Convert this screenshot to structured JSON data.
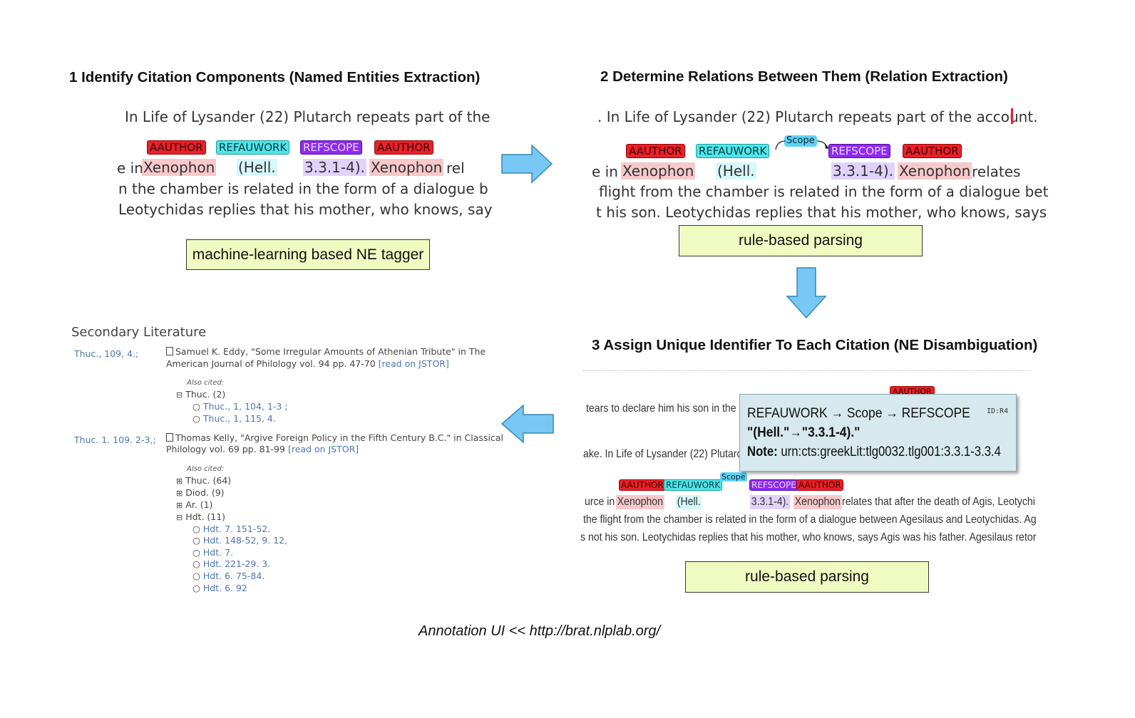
{
  "step1": {
    "title": "1 Identify Citation Components (Named Entities Extraction)",
    "lines": [
      "In Life of Lysander (22) Plutarch repeats part of the",
      "e in",
      "n the chamber is related in the form of a dialogue b",
      "Leotychidas replies that his mother, who knows, say"
    ],
    "tags": [
      "AAUTHOR",
      "REFAUWORK",
      "REFSCOPE",
      "AAUTHOR"
    ],
    "entities": [
      "Xenophon",
      "(Hell.",
      "3.3.1-4).",
      "Xenophon"
    ],
    "tail": "rel",
    "box_label": "machine-learning based NE tagger"
  },
  "step2": {
    "title": "2 Determine Relations Between Them (Relation Extraction)",
    "lines": [
      ". In Life of Lysander (22) Plutarch repeats part of the account.",
      "e in",
      "flight from the chamber is related in the form of a dialogue bet",
      "t his son. Leotychidas replies that his mother, who knows, says"
    ],
    "tags": [
      "AAUTHOR",
      "REFAUWORK",
      "REFSCOPE",
      "AAUTHOR"
    ],
    "relation": "Scope",
    "entities": [
      "Xenophon",
      "(Hell.",
      "3.3.1-4).",
      "Xenophon"
    ],
    "tail": "relates",
    "box_label": "rule-based parsing"
  },
  "step3": {
    "title": "3 Assign Unique Identifier To Each Citation (NE Disambiguation)",
    "lines": [
      "tears to declare him his son in the p",
      "ake. In Life of Lysander (22) Plutarc",
      "urce in",
      "the flight from the chamber is related in the form of a dialogue between Agesilaus and Leotychidas. Ag",
      "s not his son. Leotychidas replies that his mother, who knows, says Agis was his father. Agesilaus retor"
    ],
    "top_tag": "AAUTHOR",
    "tags": [
      "AAUTHOR",
      "REFAUWORK",
      "REFSCOPE",
      "AAUTHOR"
    ],
    "relation": "Scope",
    "entities": [
      "Xenophon",
      "(Hell.",
      "3.3.1-4).",
      "Xenophon"
    ],
    "tail": "relates that after the death of Agis, Leotychi",
    "tooltip": {
      "line1": "REFAUWORK → Scope → REFSCOPE",
      "id": "ID:R4",
      "line2": "\"(Hell.\"→\"3.3.1-4).\"",
      "note_label": "Note:",
      "note_value": "urn:cts:greekLit:tlg0032.tlg001:3.3.1-3.3.4"
    },
    "box_label": "rule-based parsing"
  },
  "secondary": {
    "heading": "Secondary Literature",
    "entries": [
      {
        "ref": "Thuc., 109, 4.;",
        "text1": "Samuel K. Eddy, \"Some Irregular Amounts of Athenian Tribute\" in The",
        "text2": "American Journal of Philology vol. 94 pp. 47-70",
        "jstor": "[read on JSTOR]",
        "also": "Also cited:",
        "groups": [
          {
            "label": "Thuc. (2)",
            "sign": "⊟",
            "items": [
              "Thuc., 1, 104, 1-3 ;",
              "Thuc., 1, 115, 4."
            ]
          }
        ]
      },
      {
        "ref": "Thuc. 1. 109. 2-3,;",
        "text1": "Thomas Kelly, \"Argive Foreign Policy in the Fifth Century B.C.\" in Classical",
        "text2": "Philology vol. 69 pp. 81-99",
        "jstor": "[read on JSTOR]",
        "also": "Also cited:",
        "groups": [
          {
            "label": "Thuc. (64)",
            "sign": "⊞",
            "items": []
          },
          {
            "label": "Diod. (9)",
            "sign": "⊞",
            "items": []
          },
          {
            "label": "Ar. (1)",
            "sign": "⊞",
            "items": []
          },
          {
            "label": "Hdt. (11)",
            "sign": "⊟",
            "items": [
              "Hdt. 7. 151-52.",
              "Hdt. 148-52, 9. 12,",
              "Hdt. 7.",
              "Hdt. 221-29. 3.",
              "Hdt. 6. 75-84.",
              "Hdt. 6. 92"
            ]
          }
        ]
      }
    ]
  },
  "caption": "Annotation UI << http://brat.nlplab.org/",
  "colors": {
    "arrow_fill": "#77c8f4",
    "arrow_stroke": "#3a86b5",
    "box_fill": "#f0fbc2",
    "author_tag": "#e8212a",
    "work_tag": "#4fe6ea",
    "scope_tag": "#8f2af2"
  }
}
